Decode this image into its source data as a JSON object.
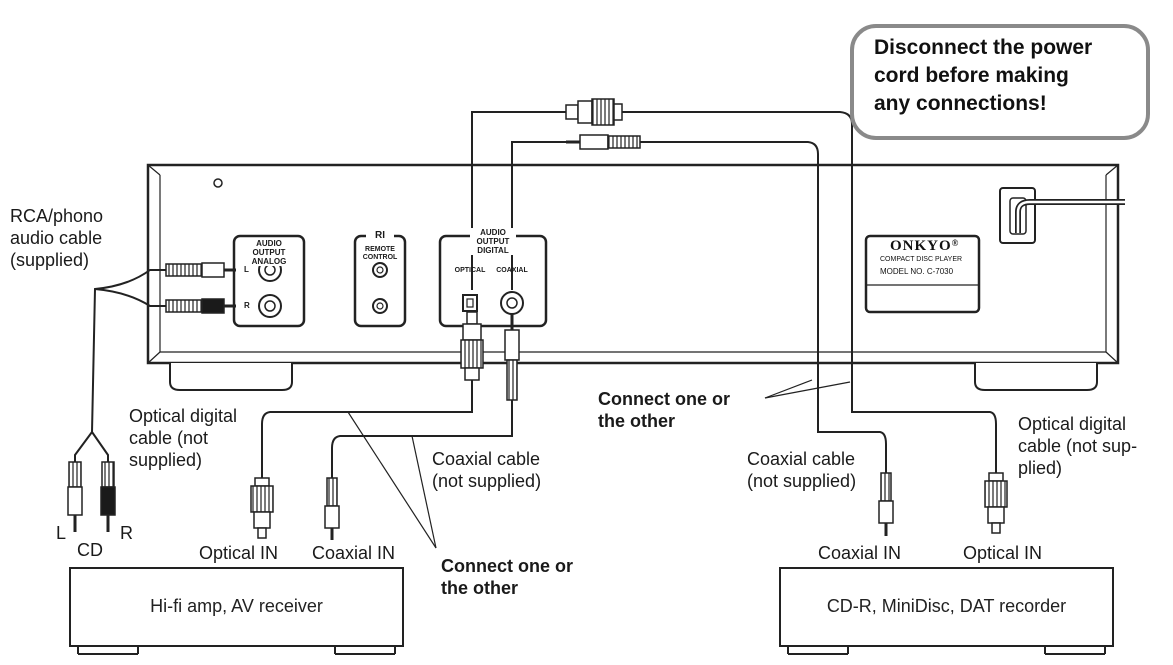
{
  "callout": {
    "text": "Disconnect the power\ncord before making\nany connections!"
  },
  "player": {
    "brand": "ONKYO",
    "brand_mark": "®",
    "product": "COMPACT DISC PLAYER",
    "model": "MODEL NO. C-7030",
    "analog_section": "AUDIO\nOUTPUT\nANALOG",
    "analog_l": "L",
    "analog_r": "R",
    "ri_logo": "RI",
    "ri_label": "REMOTE\nCONTROL",
    "digital_section": "AUDIO\nOUTPUT\nDIGITAL",
    "digital_optical": "OPTICAL",
    "digital_coaxial": "COAXIAL"
  },
  "labels": {
    "rca_cable": "RCA/phono\naudio cable\n(supplied)",
    "optical_cable_left": "Optical digital\ncable (not\nsupplied)",
    "coaxial_cable_left": "Coaxial cable\n(not supplied)",
    "connect_one_top": "Connect one or\nthe other",
    "coaxial_cable_right": "Coaxial cable\n(not supplied)",
    "optical_cable_right": "Optical digital\ncable (not sup-\nplied)",
    "cd_l": "L",
    "cd_r": "R",
    "cd": "CD",
    "optical_in_left": "Optical IN",
    "coaxial_in_left": "Coaxial IN",
    "connect_one_bottom": "Connect one or\nthe other",
    "coaxial_in_right": "Coaxial IN",
    "optical_in_right": "Optical IN"
  },
  "devices": {
    "amp": "Hi-fi amp, AV receiver",
    "recorder": "CD-R, MiniDisc, DAT recorder"
  }
}
